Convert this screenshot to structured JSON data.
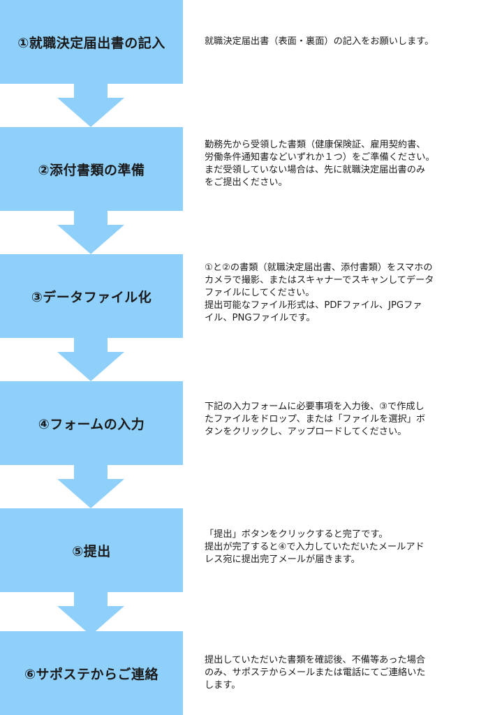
{
  "colors": {
    "box_fill": "#8fd0fb",
    "text": "#1a1a1a",
    "background": "#ffffff"
  },
  "steps": [
    {
      "title": "①就職決定届出書の記入",
      "description": [
        "就職決定届出書（表面・裏面）の記入をお願いします。"
      ]
    },
    {
      "title": "②添付書類の準備",
      "description": [
        "勤務先から受領した書類（健康保険証、雇用契約書、",
        "労働条件通知書などいずれか１つ）をご準備ください。",
        "まだ受領していない場合は、先に就職決定届出書のみ",
        "をご提出ください。"
      ]
    },
    {
      "title": "③データファイル化",
      "description": [
        "①と②の書類（就職決定届出書、添付書類）をスマホの",
        "カメラで撮影、またはスキャナーでスキャンしてデータ",
        "ファイルにしてください。",
        "提出可能なファイル形式は、PDFファイル、JPGファ",
        "イル、PNGファイルです。"
      ]
    },
    {
      "title": "④フォームの入力",
      "description": [
        "下記の入力フォームに必要事項を入力後、③で作成し",
        "たファイルをドロップ、または「ファイルを選択」ボ",
        "タンをクリックし、アップロードしてください。"
      ]
    },
    {
      "title": "⑤提出",
      "description": [
        "「提出」ボタンをクリックすると完了です。",
        "提出が完了すると④で入力していただいたメールアド",
        "レス宛に提出完了メールが届きます。"
      ]
    },
    {
      "title": "⑥サポステからご連絡",
      "description": [
        "提出していただいた書類を確認後、不備等あった場合",
        "のみ、サポステからメールまたは電話にてご連絡いた",
        "します。"
      ]
    }
  ]
}
